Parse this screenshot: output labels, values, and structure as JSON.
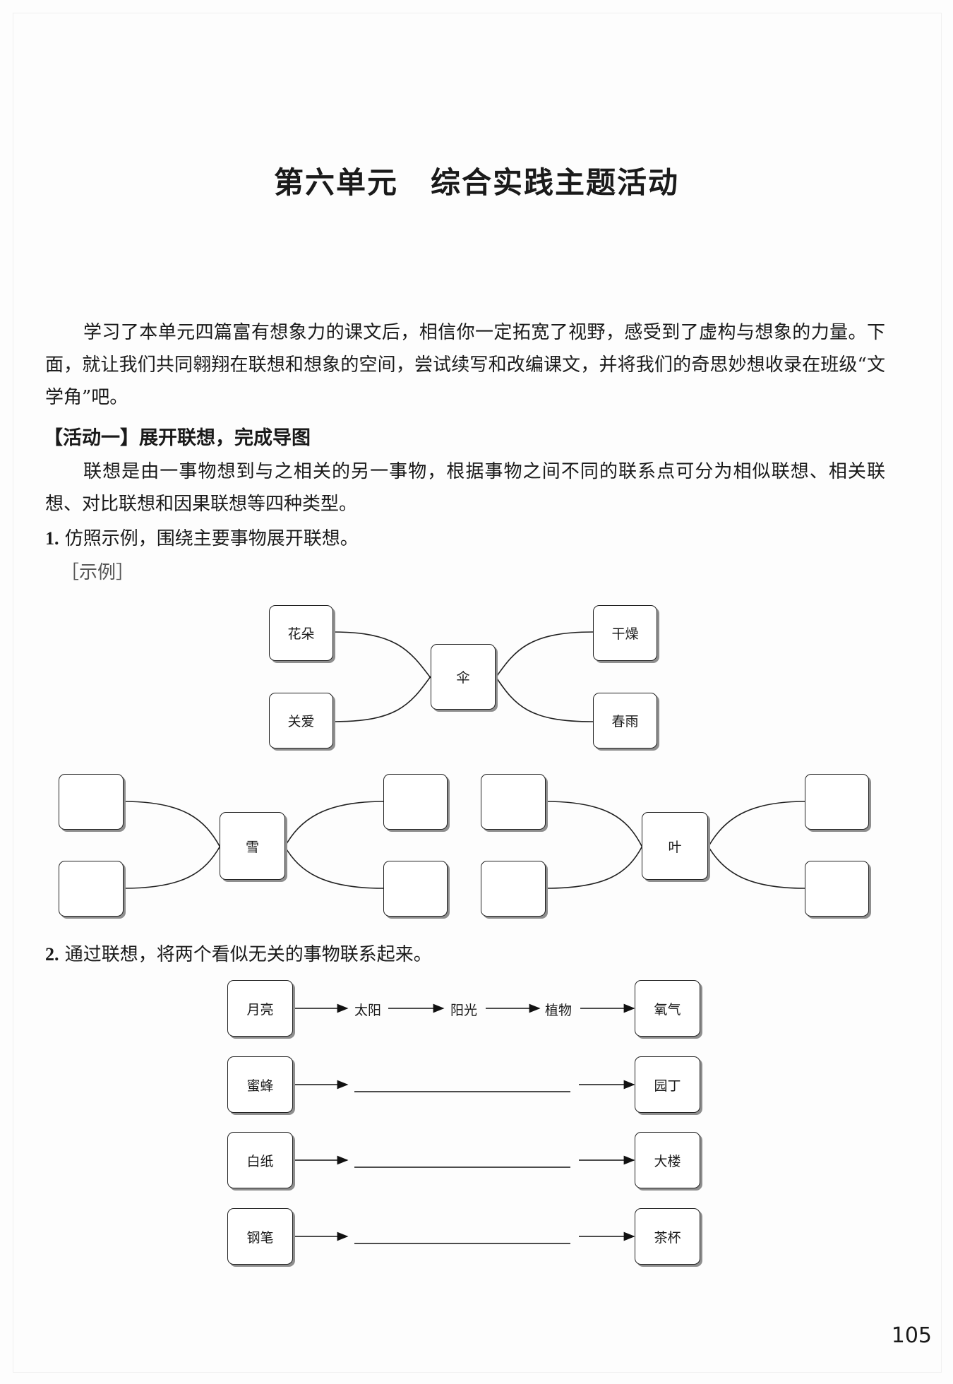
{
  "title_part1": "第六单元",
  "title_part2": "综合实践主题活动",
  "intro": "学习了本单元四篇富有想象力的课文后，相信你一定拓宽了视野，感受到了虚构与想象的力量。下面，就让我们共同翱翔在联想和想象的空间，尝试续写和改编课文，并将我们的奇思妙想收录在班级“文学角”吧。",
  "activity_heading": "【活动一】展开联想，完成导图",
  "activity_desc": "联想是由一事物想到与之相关的另一事物，根据事物之间不同的联系点可分为相似联想、相关联想、对比联想和因果联想等四种类型。",
  "q1": {
    "num": "1.",
    "text": "仿照示例，围绕主要事物展开联想。"
  },
  "example_label": "［示例］",
  "mindmaps": [
    {
      "center": "伞",
      "top_left": "花朵",
      "bottom_left": "关爱",
      "top_right": "干燥",
      "bottom_right": "春雨"
    },
    {
      "center": "雪",
      "top_left": "",
      "bottom_left": "",
      "top_right": "",
      "bottom_right": ""
    },
    {
      "center": "叶",
      "top_left": "",
      "bottom_left": "",
      "top_right": "",
      "bottom_right": ""
    }
  ],
  "q2": {
    "num": "2.",
    "text": "通过联想，将两个看似无关的事物联系起来。"
  },
  "chains": [
    {
      "start": "月亮",
      "middle": [
        "太阳",
        "阳光",
        "植物"
      ],
      "end": "氧气"
    },
    {
      "start": "蜜蜂",
      "middle": [],
      "end": "园丁"
    },
    {
      "start": "白纸",
      "middle": [],
      "end": "大楼"
    },
    {
      "start": "钢笔",
      "middle": [],
      "end": "茶杯"
    }
  ],
  "page_number": "105"
}
